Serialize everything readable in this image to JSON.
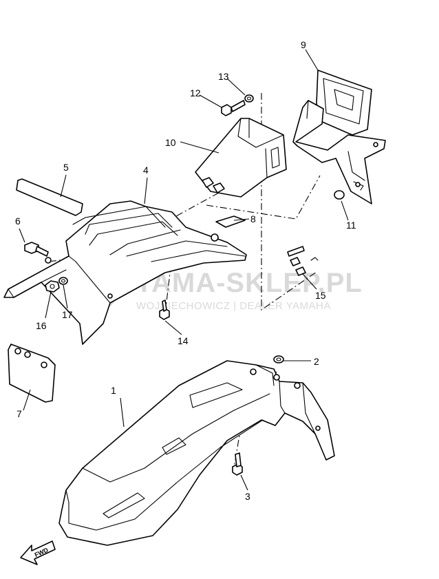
{
  "watermark": {
    "brand": "YAMA-SKLEP.PL",
    "subline": "WOJCIECHOWICZ | DEALER YAMAHA"
  },
  "direction_badge": "FWD",
  "callouts": [
    "1",
    "2",
    "3",
    "4",
    "5",
    "6",
    "7",
    "8",
    "9",
    "10",
    "11",
    "12",
    "13",
    "14",
    "15",
    "16",
    "17"
  ],
  "colors": {
    "line": "#000000",
    "watermark": "#d9d9d9",
    "watermark_logo": "#e7a1a1"
  }
}
